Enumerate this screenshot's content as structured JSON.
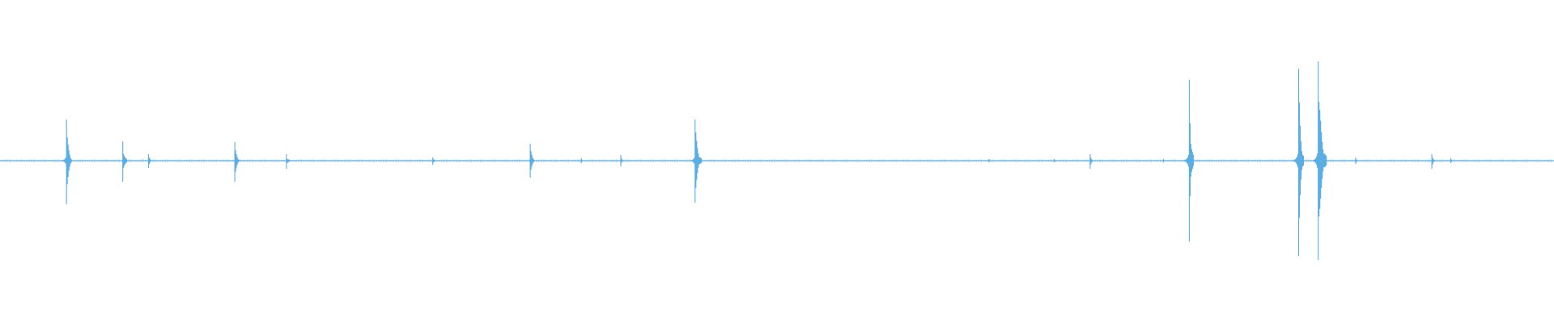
{
  "waveform": {
    "color": "#5aaee3",
    "baseline_color": "#7bbde8",
    "transients": [
      {
        "t": 0.0428,
        "up": 0.51,
        "down": 0.54,
        "decay": 0.06
      },
      {
        "t": 0.079,
        "up": 0.24,
        "down": 0.26,
        "decay": 0.05
      },
      {
        "t": 0.0955,
        "up": 0.08,
        "down": 0.09,
        "decay": 0.04
      },
      {
        "t": 0.1511,
        "up": 0.23,
        "down": 0.26,
        "decay": 0.05
      },
      {
        "t": 0.1843,
        "up": 0.08,
        "down": 0.1,
        "decay": 0.04
      },
      {
        "t": 0.2785,
        "up": 0.04,
        "down": 0.05,
        "decay": 0.03
      },
      {
        "t": 0.3412,
        "up": 0.21,
        "down": 0.21,
        "decay": 0.05
      },
      {
        "t": 0.3741,
        "up": 0.03,
        "down": 0.03,
        "decay": 0.02
      },
      {
        "t": 0.3995,
        "up": 0.07,
        "down": 0.07,
        "decay": 0.03
      },
      {
        "t": 0.4473,
        "up": 0.51,
        "down": 0.52,
        "decay": 0.08
      },
      {
        "t": 0.6365,
        "up": 0.02,
        "down": 0.02,
        "decay": 0.02
      },
      {
        "t": 0.6785,
        "up": 0.02,
        "down": 0.02,
        "decay": 0.02
      },
      {
        "t": 0.7015,
        "up": 0.08,
        "down": 0.1,
        "decay": 0.03
      },
      {
        "t": 0.7487,
        "up": 0.02,
        "down": 0.02,
        "decay": 0.02
      },
      {
        "t": 0.7653,
        "up": 1.0,
        "down": 1.0,
        "decay": 0.05
      },
      {
        "t": 0.8357,
        "up": 1.14,
        "down": 1.18,
        "decay": 0.06
      },
      {
        "t": 0.8483,
        "up": 1.23,
        "down": 1.23,
        "decay": 0.1
      },
      {
        "t": 0.8724,
        "up": 0.04,
        "down": 0.04,
        "decay": 0.02
      },
      {
        "t": 0.9214,
        "up": 0.08,
        "down": 0.1,
        "decay": 0.03
      },
      {
        "t": 0.9336,
        "up": 0.03,
        "down": 0.03,
        "decay": 0.02
      }
    ]
  }
}
